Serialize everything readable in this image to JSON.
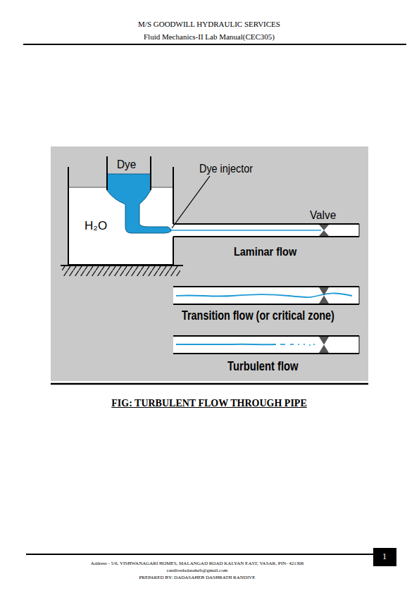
{
  "diagram": {
    "caption": "FIG: TURBULENT FLOW THROUGH PIPE",
    "labels": [
      "M/S GOODWILL HYDRAULIC SERVICES",
      "Fluid Mechanics-II Lab Manual(CEC305)",
      "Dye",
      "Dye injector",
      "H₂O",
      "Valve",
      "Laminar flow",
      "Transition flow (or critical zone)",
      "Turbulent flow",
      "1",
      "Address - 5/6, VISHWANAGARI HOMES,  MALANGAD ROAD KALYAN EAST, VASAR, PIN- 421306",
      "randivedadasaheb@gmail.com",
      "PREPARED BY: DADASAHEB DASHRATH RANDIVE"
    ]
  }
}
